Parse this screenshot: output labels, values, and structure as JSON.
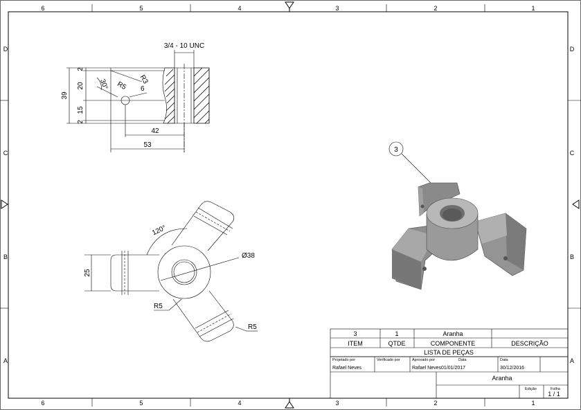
{
  "zones": {
    "cols": [
      "6",
      "5",
      "4",
      "3",
      "2",
      "1"
    ],
    "rows": [
      "D",
      "C",
      "B",
      "A"
    ]
  },
  "section_view": {
    "thread_label": "3/4 - 10 UNC",
    "dims": {
      "overall_height": "39",
      "upper": "20",
      "lower": "15",
      "top_gap": "2",
      "bottom_gap": "2",
      "angle": "30°",
      "radius": "R5",
      "radius2": "R3",
      "hole": "6",
      "width_inner": "42",
      "width_outer": "53"
    }
  },
  "top_view": {
    "dims": {
      "angle": "120°",
      "diameter": "Ø38",
      "arm_width": "25",
      "radius_left": "R5",
      "radius_right": "R5"
    }
  },
  "balloon": {
    "number": "3"
  },
  "parts_list": {
    "row": {
      "item": "3",
      "qty": "1",
      "component": "Aranha",
      "description": ""
    },
    "headers": {
      "item": "ITEM",
      "qty": "QTDE",
      "component": "COMPONENTE",
      "description": "DESCRIÇÃO"
    },
    "title": "LISTA DE PEÇAS"
  },
  "title_block": {
    "projected_by_label": "Projetado por",
    "projected_by": "Rafael Neves",
    "verified_by_label": "Verificado por",
    "verified_by": "",
    "approved_by_label": "Aprovado por",
    "approved_by": "Rafael Neves",
    "date_label_1": "Data",
    "date_1": "01/01/2017",
    "date_label_2": "Data",
    "date_2": "30/12/2016",
    "part_name": "Aranha",
    "edition_label": "Edição",
    "edition": "",
    "sheet_label": "Folha",
    "sheet": "1 / 1"
  }
}
